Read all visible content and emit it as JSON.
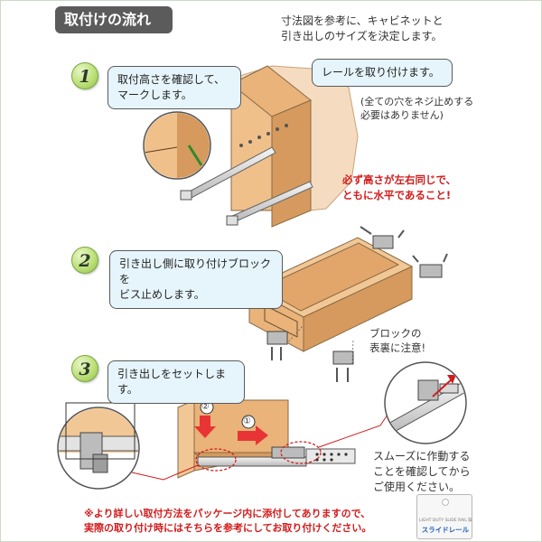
{
  "header": {
    "title": "取付けの流れ"
  },
  "intro": {
    "line1": "寸法図を参考に、キャビネットと",
    "line2": "引き出しのサイズを決定します。"
  },
  "steps": [
    {
      "number": "1",
      "bubbles": [
        {
          "line1": "取付高さを確認して、",
          "line2": "マークします。"
        },
        {
          "line1": "レールを取り付けます。"
        }
      ],
      "note": {
        "line1": "(全ての穴をネジ止めする",
        "line2": "必要はありません)"
      },
      "warning": {
        "line1": "必ず高さが左右同じで、",
        "line2": "ともに水平であること!"
      }
    },
    {
      "number": "2",
      "bubbles": [
        {
          "line1": "引き出し側に取り付けブロックを",
          "line2": "ビス止めします。"
        }
      ],
      "note": {
        "line1": "ブロックの",
        "line2": "表裏に注意!"
      }
    },
    {
      "number": "3",
      "bubbles": [
        {
          "line1": "引き出しをセットします。"
        }
      ],
      "note": {
        "line1": "スムーズに作動する",
        "line2": "ことを確認してから",
        "line3": "ご使用ください。"
      },
      "markers": [
        "①",
        "②"
      ]
    }
  ],
  "footer": {
    "line1": "※より詳しい取付方法をパッケージ内に添付してありますので、",
    "line2": "実際の取り付け時にはそちらを参考にしてお取り付けください。"
  },
  "package": {
    "small_text": "LIGHT DUTY SLIDE RAIL 取付方法",
    "brand": "スライドレール"
  },
  "colors": {
    "header_bg": "#5b5b5b",
    "bubble_bg": "#e6f4fb",
    "wood": "#f2c796",
    "warning": "#d21c1c",
    "step_badge": "#bde07a"
  }
}
